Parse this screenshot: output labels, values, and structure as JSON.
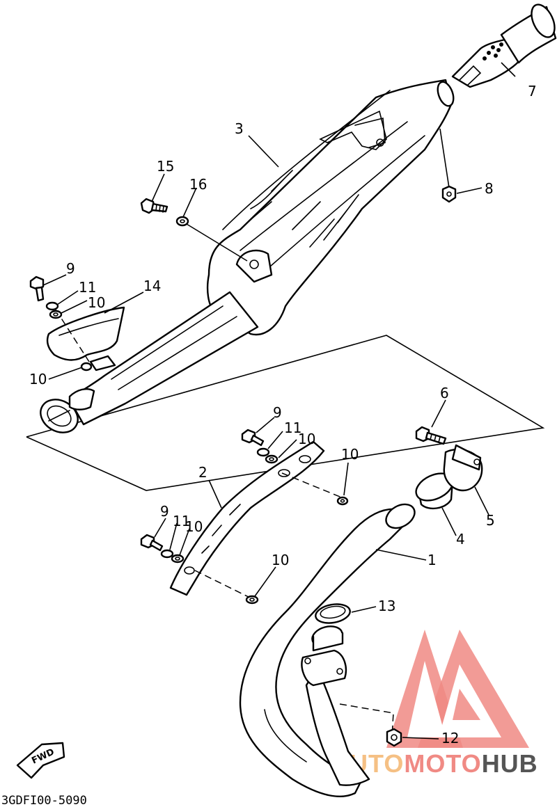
{
  "diagram": {
    "callouts": [
      {
        "id": "1",
        "label": "1"
      },
      {
        "id": "2",
        "label": "2"
      },
      {
        "id": "3",
        "label": "3"
      },
      {
        "id": "4",
        "label": "4"
      },
      {
        "id": "5",
        "label": "5"
      },
      {
        "id": "6",
        "label": "6"
      },
      {
        "id": "7",
        "label": "7"
      },
      {
        "id": "8",
        "label": "8"
      },
      {
        "id": "9a",
        "label": "9"
      },
      {
        "id": "9b",
        "label": "9"
      },
      {
        "id": "9c",
        "label": "9"
      },
      {
        "id": "10a",
        "label": "10"
      },
      {
        "id": "10b",
        "label": "10"
      },
      {
        "id": "10c",
        "label": "10"
      },
      {
        "id": "10d",
        "label": "10"
      },
      {
        "id": "10e",
        "label": "10"
      },
      {
        "id": "10f",
        "label": "10"
      },
      {
        "id": "10g",
        "label": "10"
      },
      {
        "id": "11a",
        "label": "11"
      },
      {
        "id": "11b",
        "label": "11"
      },
      {
        "id": "11c",
        "label": "11"
      },
      {
        "id": "12",
        "label": "12"
      },
      {
        "id": "13",
        "label": "13"
      },
      {
        "id": "14",
        "label": "14"
      },
      {
        "id": "15",
        "label": "15"
      },
      {
        "id": "16",
        "label": "16"
      }
    ],
    "fwd_label": "FWD",
    "drawing_code": "3GDFI00-5090"
  },
  "watermark": {
    "part1": "AUTO",
    "part2": "MOTO",
    "part3": "HUB",
    "color_primary": "#f08a84",
    "color_secondary": "#f5c084",
    "color_dark": "#555555"
  }
}
